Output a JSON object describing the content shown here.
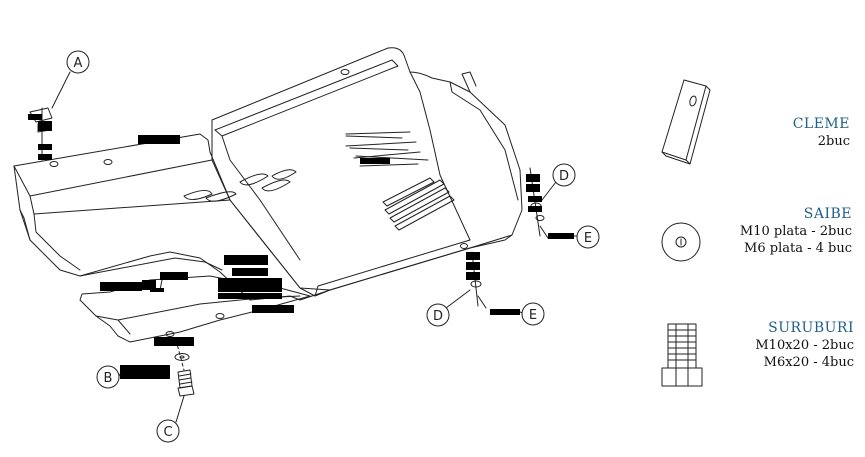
{
  "callouts": {
    "a": "A",
    "b": "B",
    "c": "C",
    "d1": "D",
    "d2": "D",
    "e1": "E",
    "e2": "E"
  },
  "legend": {
    "cleme": {
      "title": "CLEME",
      "lines": [
        "2buc"
      ]
    },
    "saibe": {
      "title": "SAIBE",
      "lines": [
        "M10 plata - 2buc",
        "M6 plata - 4 buc"
      ]
    },
    "suruburi": {
      "title": "SURUBURI",
      "lines": [
        "M10x20  - 2buc",
        "M6x20 - 4buc"
      ]
    }
  },
  "colors": {
    "line": "#222222",
    "title": "#1f5f8b",
    "redaction": "#000000"
  }
}
